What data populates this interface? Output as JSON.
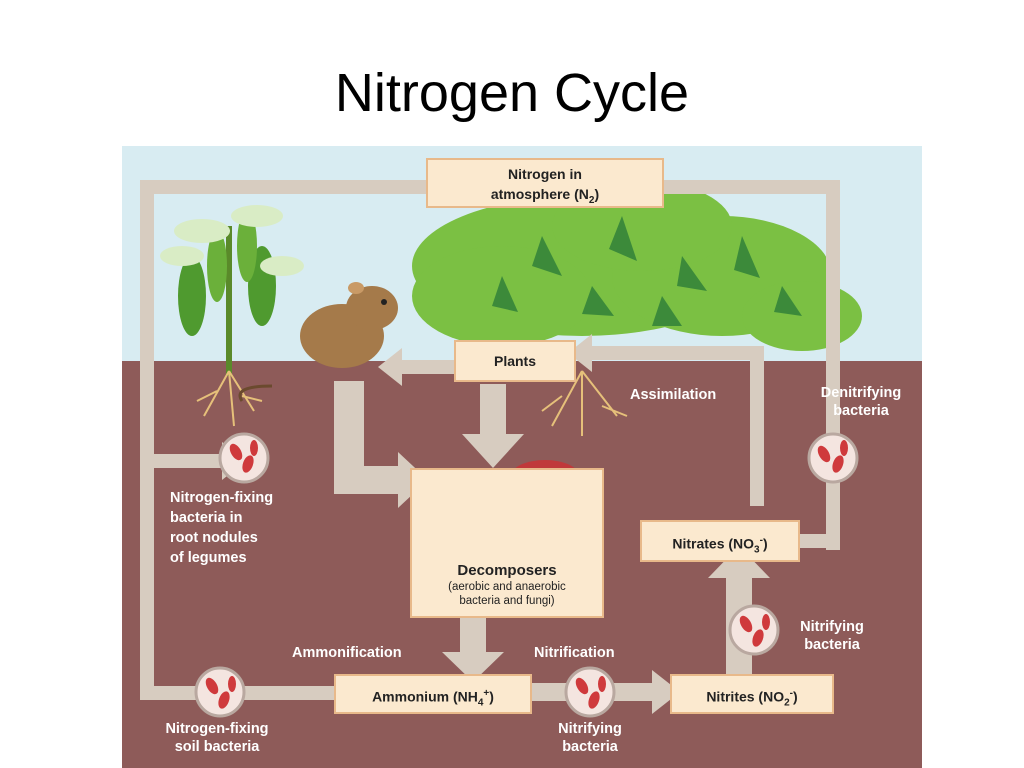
{
  "title": "Nitrogen Cycle",
  "boxes": {
    "atmosphere": {
      "line1": "Nitrogen in",
      "line2": "atmosphere (N",
      "sub": "2",
      "close": ")"
    },
    "plants": "Plants",
    "decomposers": {
      "title": "Decomposers",
      "line1": "(aerobic and anaerobic",
      "line2": "bacteria and fungi)"
    },
    "nitrates": {
      "pre": "Nitrates (NO",
      "sub": "3",
      "sup": "-",
      "close": ")"
    },
    "ammonium": {
      "pre": "Ammonium (NH",
      "sub": "4",
      "sup": "+",
      "close": ")"
    },
    "nitrites": {
      "pre": "Nitrites (NO",
      "sub": "2",
      "sup": "-",
      "close": ")"
    }
  },
  "labels": {
    "assimilation": "Assimilation",
    "denitrifying": {
      "line1": "Denitrifying",
      "line2": "bacteria"
    },
    "nitrogen_fixing_legumes": {
      "line1": "Nitrogen-fixing",
      "line2": "bacteria in",
      "line3": "root nodules",
      "line4": "of legumes"
    },
    "ammonification": "Ammonification",
    "nitrification": "Nitrification",
    "nitrifying_right": {
      "line1": "Nitrifying",
      "line2": "bacteria"
    },
    "nitrifying_bottom": {
      "line1": "Nitrifying",
      "line2": "bacteria"
    },
    "soil_bacteria": {
      "line1": "Nitrogen-fixing",
      "line2": "soil bacteria"
    }
  },
  "colors": {
    "sky": "#d8ecf2",
    "soil": "#8e5b59",
    "arrow": "#d7ccc0",
    "box_fill": "#fbe9cf",
    "box_border": "#e8b98a",
    "bacteria": "#cf3a3c",
    "plant_green": "#7bc043"
  }
}
